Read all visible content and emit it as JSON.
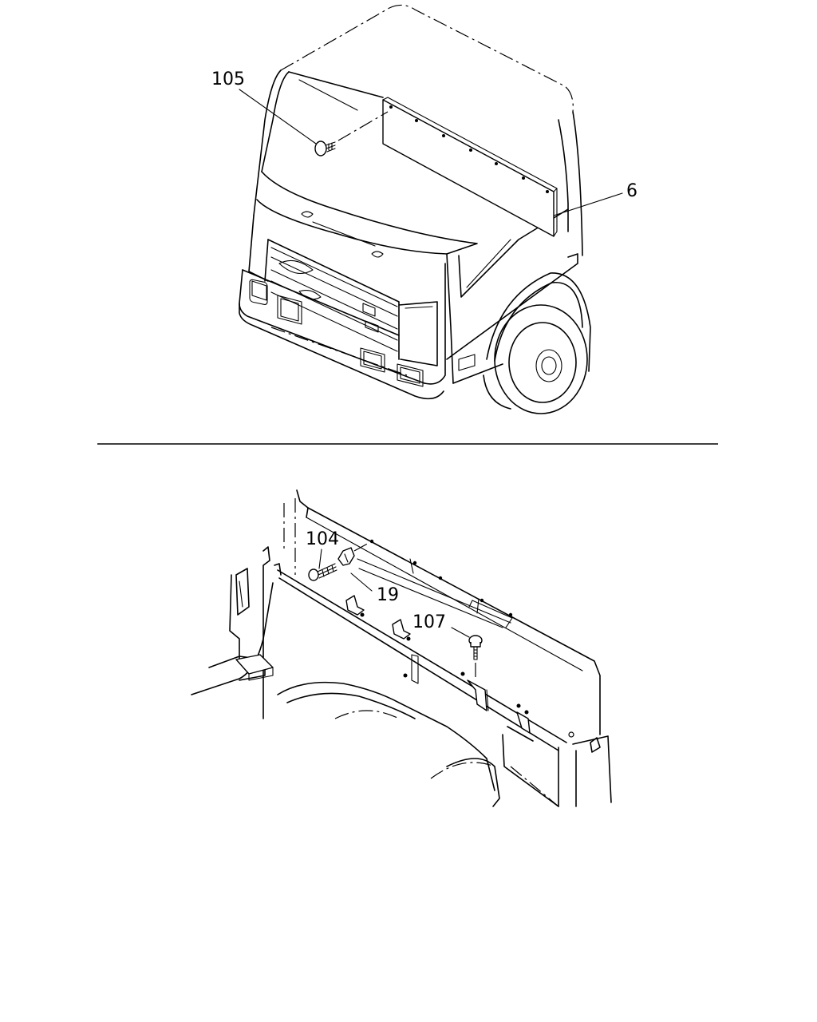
{
  "diagram": {
    "top_view": {
      "callouts": [
        {
          "id": "callout-105",
          "label": "105"
        },
        {
          "id": "callout-6",
          "label": "6"
        }
      ]
    },
    "bottom_view": {
      "callouts": [
        {
          "id": "callout-104",
          "label": "104"
        },
        {
          "id": "callout-19",
          "label": "19"
        },
        {
          "id": "callout-107",
          "label": "107"
        }
      ]
    }
  }
}
